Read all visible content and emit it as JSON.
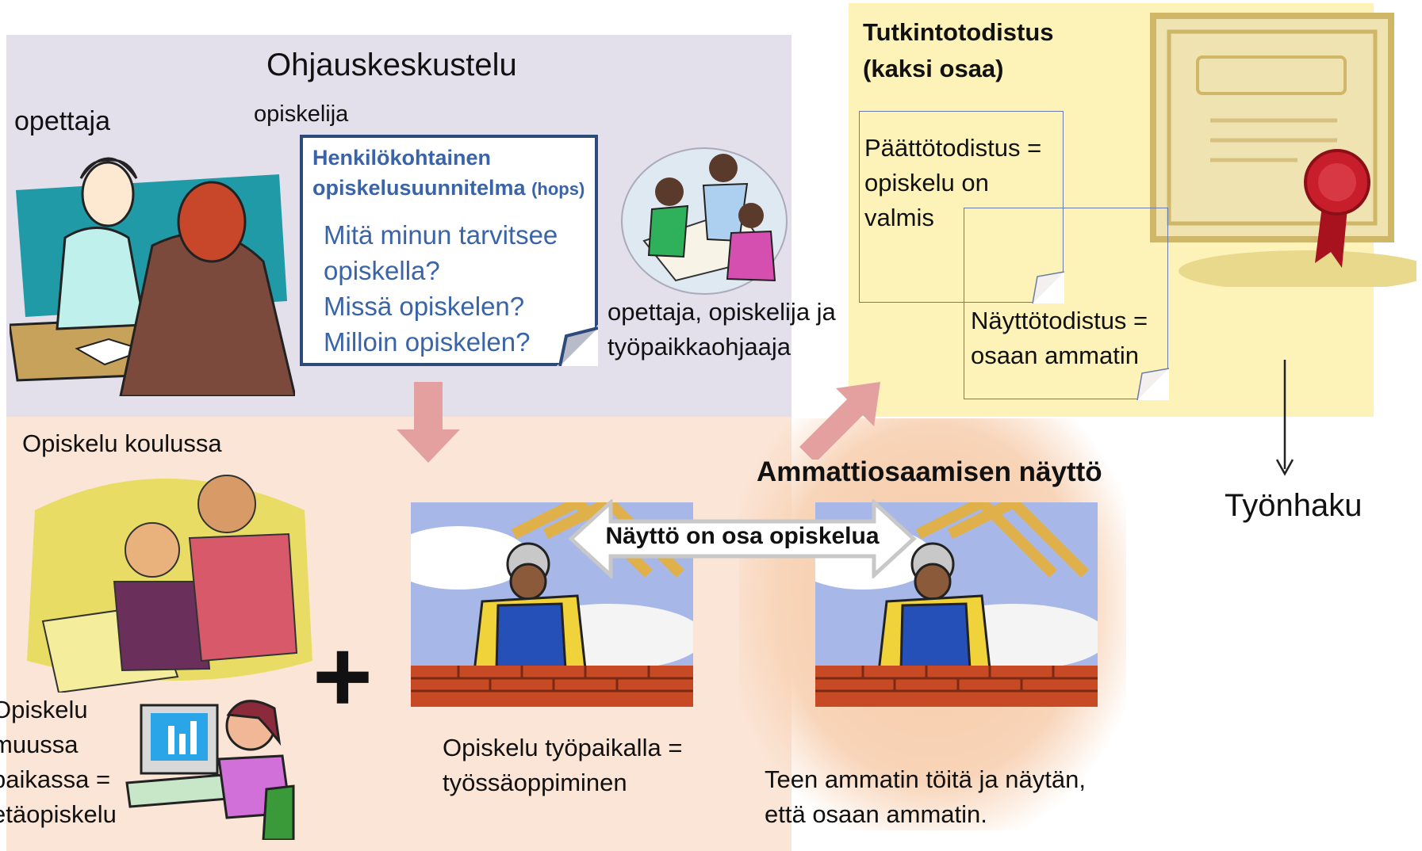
{
  "top": {
    "title": "Ohjauskeskustelu",
    "teacher_label": "opettaja",
    "student_label": "opiskelija",
    "note": {
      "heading_line1": "Henkilökohtainen",
      "heading_line2": "opiskelusuunnitelma",
      "heading_abbr": "(hops)",
      "questions": [
        "Mitä minun tarvitsee",
        "opiskella?",
        "Missä opiskelen?",
        "Milloin opiskelen?"
      ]
    },
    "group_label_line1": "opettaja, opiskelija ja",
    "group_label_line2": "työpaikkaohjaaja"
  },
  "certificate": {
    "title_line1": "Tutkintotodistus",
    "title_line2": "(kaksi osaa)",
    "doc1": [
      "Päättötodistus =",
      "opiskelu on",
      "valmis"
    ],
    "doc2": [
      "Näyttötodistus =",
      "osaan ammatin"
    ]
  },
  "job": {
    "label": "Työnhaku"
  },
  "bottom": {
    "school_label": "Opiskelu koulussa",
    "remote_label": [
      "Opiskelu",
      "muussa",
      "paikassa =",
      "etäopiskelu"
    ],
    "plus": "+",
    "workplace_label": [
      "Opiskelu työpaikalla =",
      "työssäoppiminen"
    ],
    "demo_title": "Ammattiosaamisen näyttö",
    "demo_arrow_label": "Näyttö on osa opiskelua",
    "demo_label": [
      "Teen ammatin töitä ja näytän,",
      "että osaan ammatin."
    ]
  },
  "colors": {
    "top_panel": "#e3e0ec",
    "bottom_panel": "#fbe5d6",
    "cert_panel": "#fdf3b8",
    "flow_arrow": "#e3a09e",
    "note_text": "#3a64a8"
  }
}
